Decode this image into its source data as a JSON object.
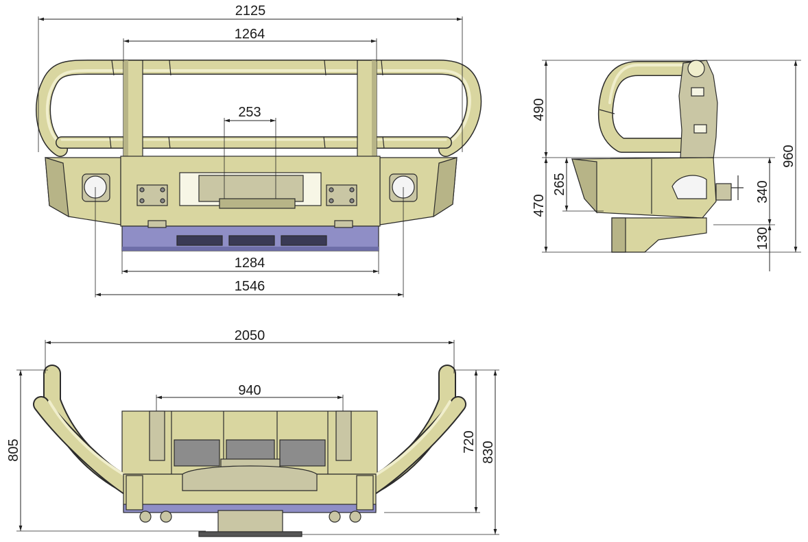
{
  "colors": {
    "body": "#d9d6a0",
    "body_shadow": "#b7b487",
    "underside_blue": "#8f8ec6",
    "dimension_lines": "#222222"
  },
  "front_view": {
    "dim_overall_width": "2125",
    "dim_uprights": "1264",
    "dim_winch": "253",
    "dim_lower_width": "1284",
    "dim_fog_lights": "1546"
  },
  "side_view": {
    "dim_hoop_height": "490",
    "dim_total_height": "960",
    "dim_bumper_height": "470",
    "dim_bumper_face": "265",
    "dim_mount_offset": "340",
    "dim_bottom": "130"
  },
  "top_view": {
    "dim_overall_width": "2050",
    "dim_inner_width": "940",
    "dim_left_depth": "805",
    "dim_right_depth_inner": "720",
    "dim_right_depth_outer": "830"
  }
}
